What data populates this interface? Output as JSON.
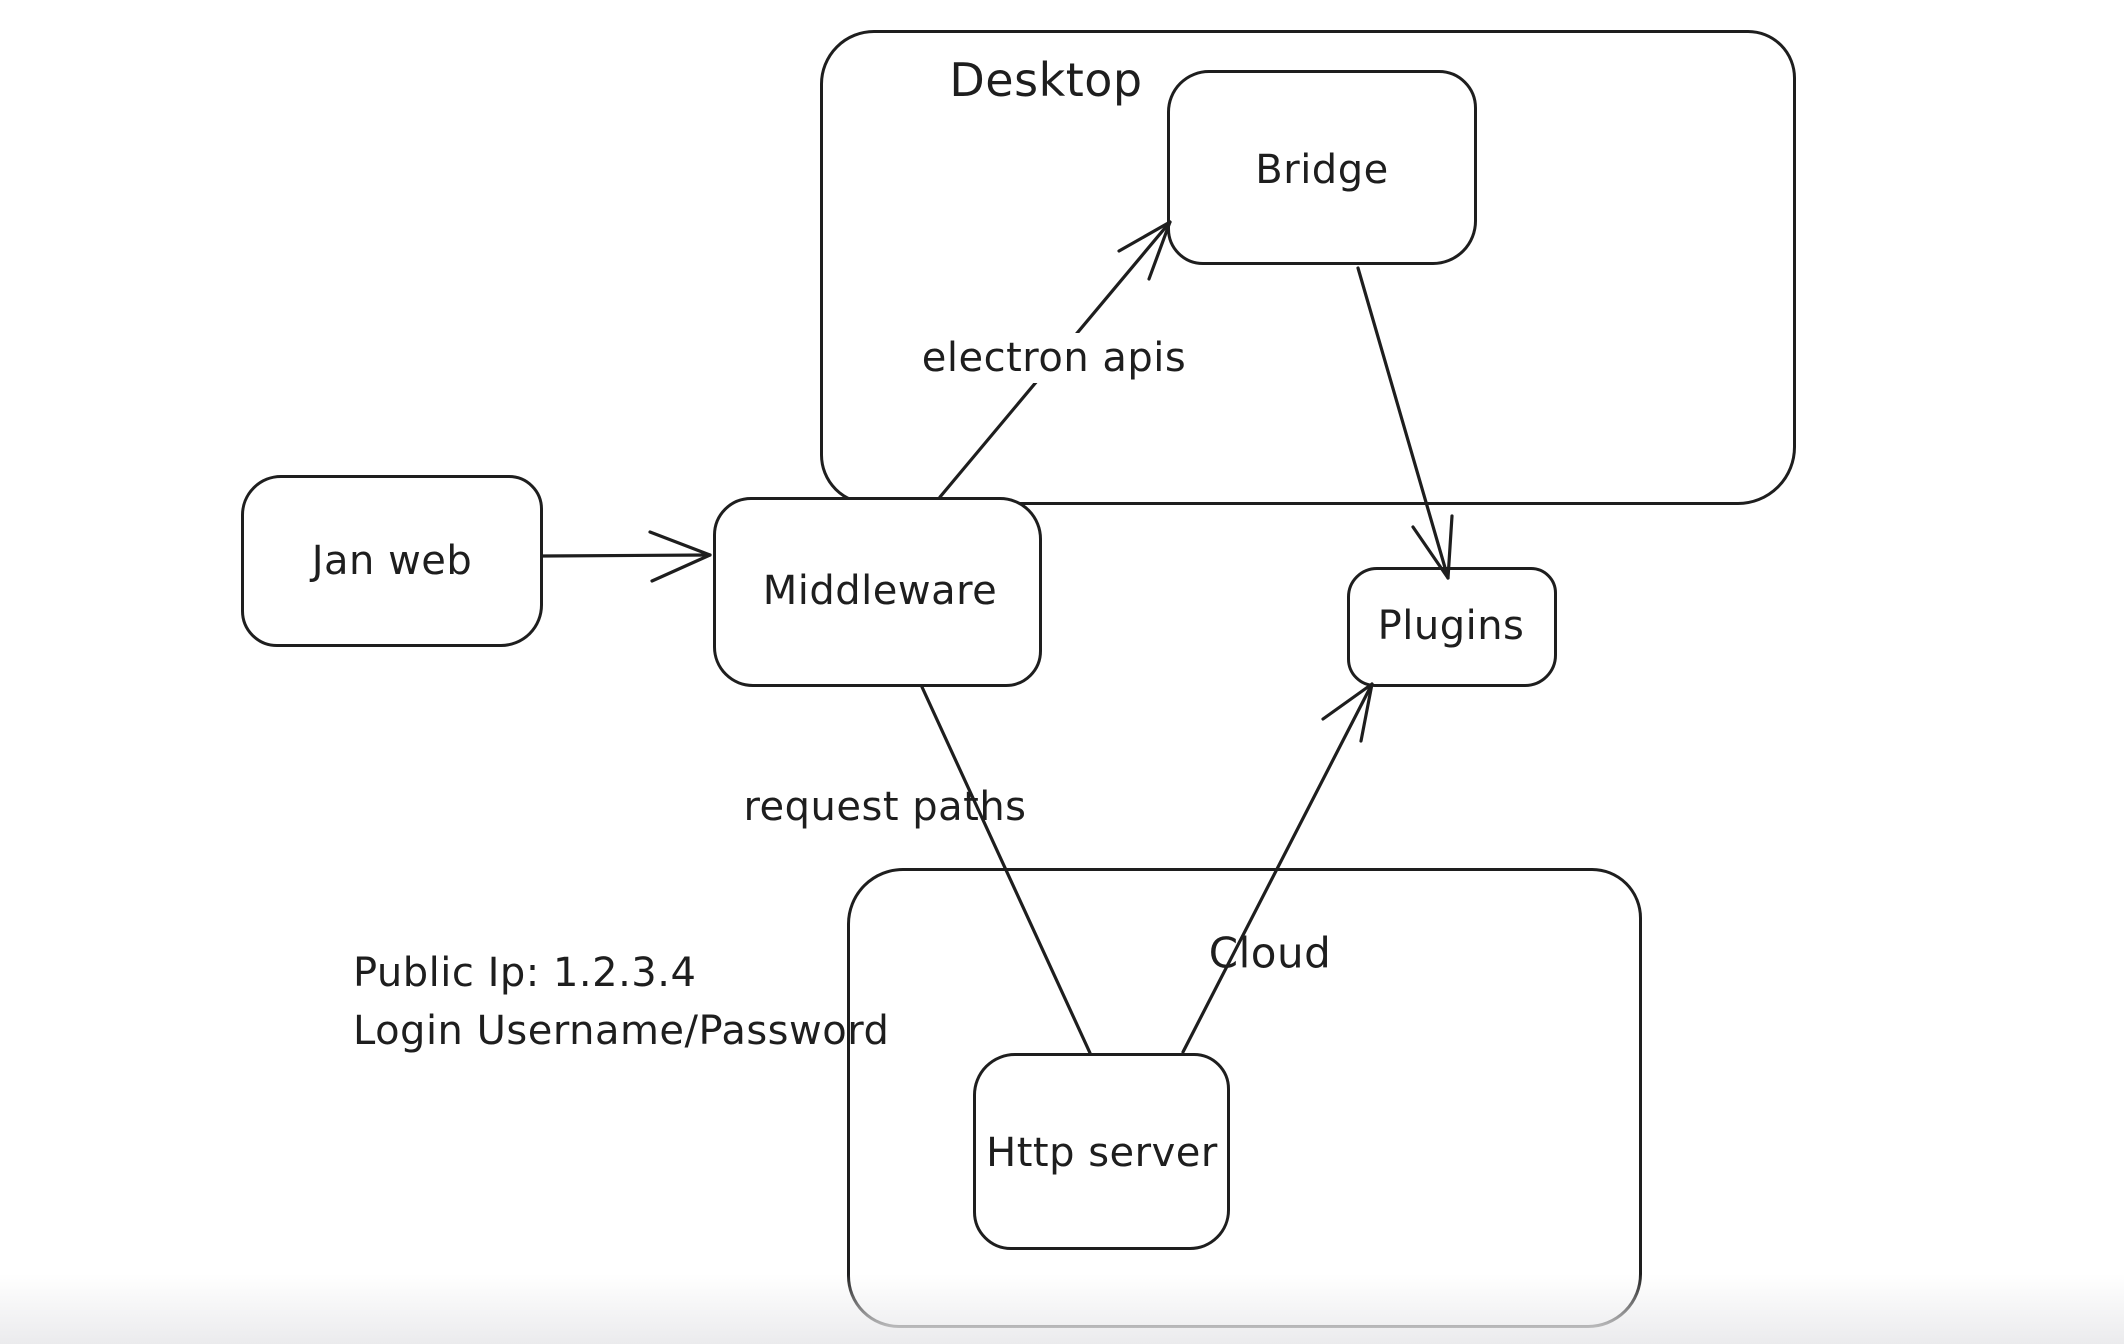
{
  "canvas": {
    "background": "#ffffff",
    "stroke_color": "#1e1e1e",
    "bottom_fade_color": "#ebebed"
  },
  "containers": {
    "desktop": {
      "label": "Desktop"
    },
    "cloud": {
      "label": "Cloud"
    }
  },
  "nodes": {
    "jan_web": {
      "label": "Jan web"
    },
    "middleware": {
      "label": "Middleware"
    },
    "bridge": {
      "label": "Bridge"
    },
    "plugins": {
      "label": "Plugins"
    },
    "http_server": {
      "label": "Http server"
    }
  },
  "edges": [
    {
      "from": "jan_web",
      "to": "middleware",
      "label": "",
      "arrowhead": true
    },
    {
      "from": "middleware",
      "to": "bridge",
      "label": "electron apis",
      "arrowhead": true
    },
    {
      "from": "bridge",
      "to": "plugins",
      "label": "",
      "arrowhead": true
    },
    {
      "from": "middleware",
      "to": "http_server",
      "label": "request paths",
      "arrowhead": false
    },
    {
      "from": "http_server",
      "to": "plugins",
      "label": "",
      "arrowhead": true
    }
  ],
  "annotations": {
    "public_ip": "Public Ip: 1.2.3.4",
    "login": "Login Username/Password"
  }
}
